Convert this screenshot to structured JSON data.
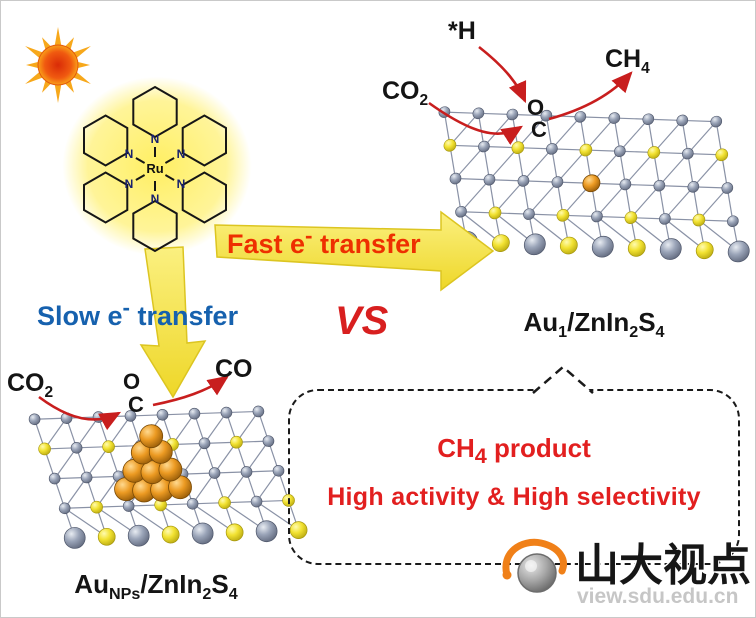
{
  "molecule": {
    "metal": "Ru",
    "n": "N"
  },
  "transfer": {
    "fast": {
      "pre": "Fast e",
      "sup": "-",
      "post": " transfer"
    },
    "slow": {
      "pre": "Slow e",
      "sup": "-",
      "post": " transfer"
    }
  },
  "vs": "VS",
  "top_right": {
    "h": "*H",
    "co2": {
      "base": "CO",
      "sub": "2"
    },
    "o": "O",
    "c": "C",
    "ch4": {
      "base": "CH",
      "sub": "4"
    },
    "catalyst": {
      "metal": "Au",
      "metal_sub": "1",
      "host1": "/ZnIn",
      "host1_sub": "2",
      "host2": "S",
      "host2_sub": "4"
    }
  },
  "bottom_left": {
    "co2": {
      "base": "CO",
      "sub": "2"
    },
    "o": "O",
    "c": "C",
    "co": "CO",
    "catalyst": {
      "metal": "Au",
      "metal_sub": "NPs",
      "host1": "/ZnIn",
      "host1_sub": "2",
      "host2": "S",
      "host2_sub": "4"
    }
  },
  "result_box": {
    "line1_base": "CH",
    "line1_sub": "4",
    "line1_rest": " product",
    "line2": "High activity & High selectivity"
  },
  "watermark": {
    "name": "山大视点",
    "url": "view.sdu.edu.cn"
  },
  "colors": {
    "fast_text": "#ee2f00",
    "slow_text": "#1661ae",
    "vs_red": "#d81f1f",
    "result_red": "#e21f1f",
    "arrow_yellow": "#f3dd34",
    "reaction_arrow_red": "#c81e1e"
  }
}
